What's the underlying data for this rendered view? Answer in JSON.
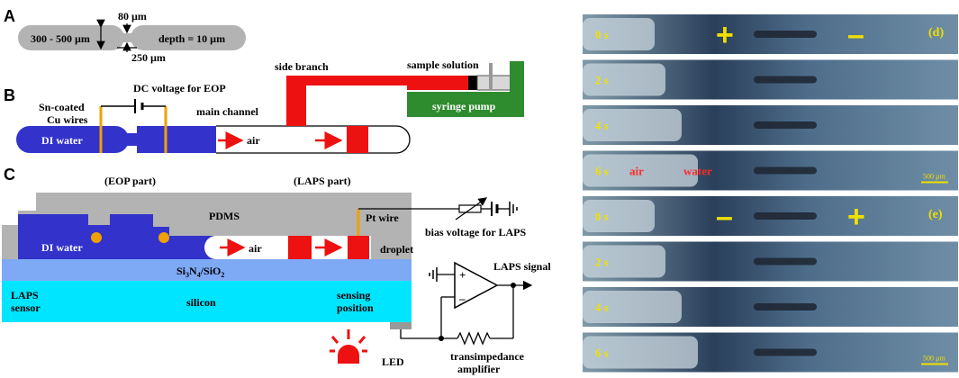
{
  "panel_labels": {
    "a": "A",
    "b": "B",
    "c": "C"
  },
  "panel_a": {
    "width_range": "300 - 500 µm",
    "gap_width": "80 µm",
    "depth": "depth = 10 µm",
    "gap_length": "250 µm"
  },
  "panel_b": {
    "dc_voltage": "DC voltage for EOP",
    "side_branch": "side branch",
    "sample_solution": "sample solution",
    "wires_line1": "Sn-coated",
    "wires_line2": "Cu wires",
    "main_channel": "main channel",
    "syringe_pump": "syringe pump",
    "di_water": "DI water",
    "air": "air"
  },
  "panel_c": {
    "eop_part": "(EOP part)",
    "laps_part": "(LAPS part)",
    "pdms": "PDMS",
    "pt_wire": "Pt wire",
    "bias_voltage": "bias voltage for LAPS",
    "di_water": "DI water",
    "air": "air",
    "droplet": "droplet",
    "si3n4": "Si",
    "si3n4_sub1": "3",
    "si3n4_n": "N",
    "si3n4_sub2": "4",
    "sio2": "/SiO",
    "sio2_sub": "2",
    "laps_signal": "LAPS signal",
    "laps_line1": "LAPS",
    "laps_line2": "sensor",
    "silicon": "silicon",
    "sensing_line1": "sensing",
    "sensing_line2": "position",
    "op_minus": "–",
    "op_plus": "+",
    "transimpedance_line1": "transimpedance",
    "transimpedance_line2": "amplifier",
    "led": "LED"
  },
  "micrographs": {
    "group_d": {
      "label": "(d)",
      "times": [
        "0 s",
        "2 s",
        "4 s",
        "6 s"
      ],
      "air_label": "air",
      "water_label": "water",
      "scale": "500 µm",
      "left_sign": "+",
      "right_sign": "–"
    },
    "group_e": {
      "label": "(e)",
      "times": [
        "0 s",
        "2 s",
        "4 s",
        "6 s"
      ],
      "scale": "500 µm",
      "left_sign": "–",
      "right_sign": "+"
    }
  },
  "colors": {
    "water_blue": "#3333cc",
    "droplet_red": "#ee1111",
    "pdms_gray": "#b3b3b3",
    "nitride_blue": "#7ea9f5",
    "silicon_cyan": "#00e5ff",
    "pump_green": "#2e8b2e",
    "wire_orange": "#f0a000",
    "label_yellow": "#f0e000",
    "label_red": "#ff2a2a"
  }
}
